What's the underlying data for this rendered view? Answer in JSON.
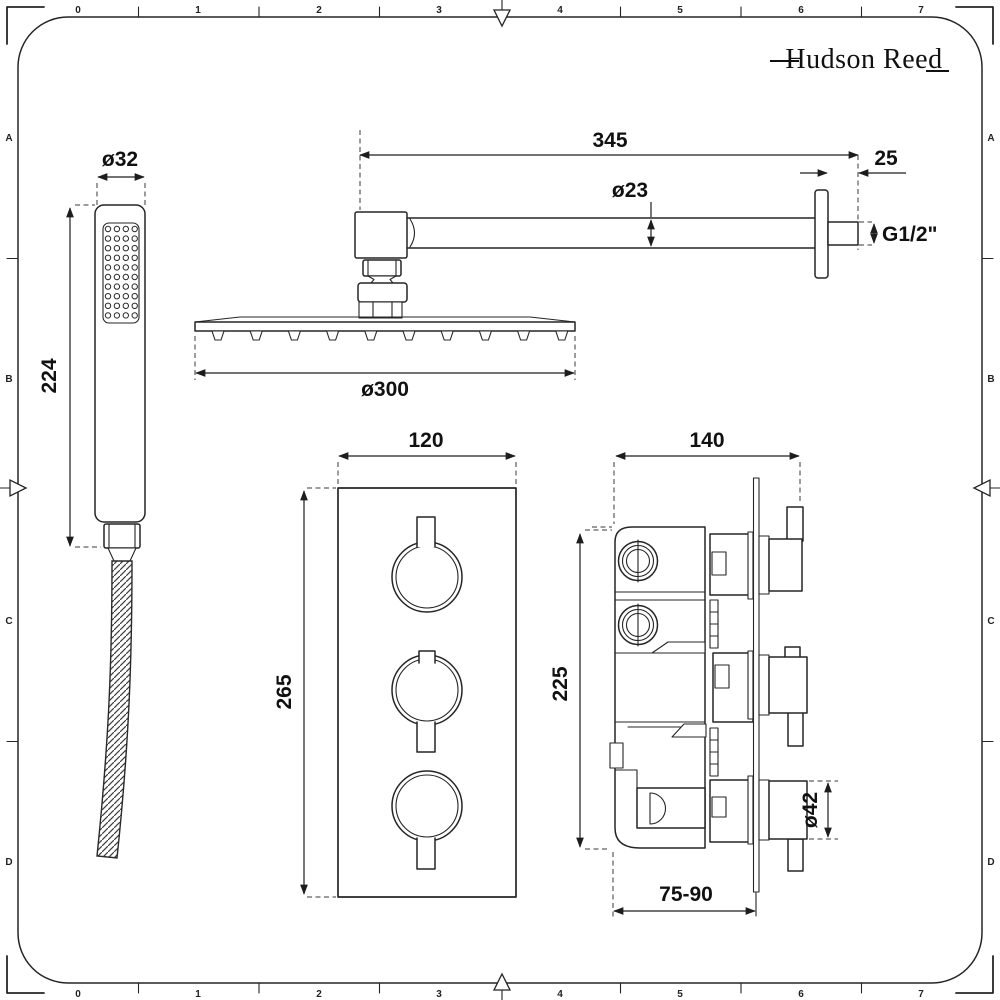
{
  "page": {
    "background": "#ffffff",
    "line_color": "#252525"
  },
  "brand": {
    "logo": "Hudson Reed"
  },
  "frame": {
    "ruler_numbers": [
      "0",
      "1",
      "2",
      "3",
      "4",
      "5",
      "6",
      "7"
    ],
    "ruler_letters": [
      "A",
      "B",
      "C",
      "D"
    ]
  },
  "views": {
    "handset": {
      "width_dim": "ø32",
      "length_dim": "224"
    },
    "arm": {
      "length_dim": "345",
      "projection_dim": "25",
      "tube_dim": "ø23",
      "thread_label": "G1/2\"",
      "head_dim": "ø300"
    },
    "valve_front": {
      "width_dim": "120",
      "height_dim": "265"
    },
    "valve_side": {
      "width_dim": "140",
      "height_dim": "225",
      "knob_dim": "ø42",
      "depth_dim": "75-90"
    }
  }
}
